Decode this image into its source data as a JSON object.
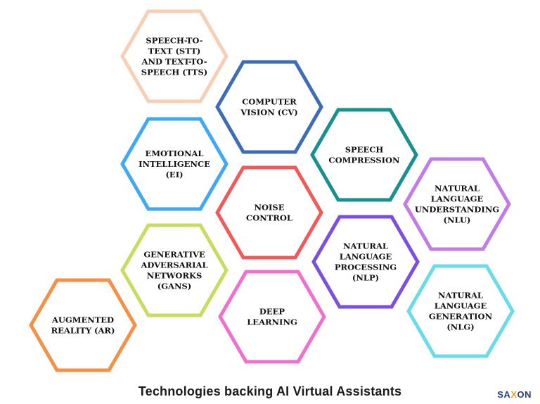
{
  "diagram": {
    "caption": "Technologies backing AI Virtual Assistants",
    "brand": {
      "pre": "SA",
      "accent": "X",
      "post": "ON"
    },
    "nodes": [
      {
        "id": "stt-tts",
        "color": "#f7cfb5",
        "lines": [
          "SPEECH-TO-",
          "TEXT (STT)",
          "AND TEXT-TO-",
          "SPEECH (TTS)"
        ]
      },
      {
        "id": "computer-vision",
        "color": "#3e6db8",
        "lines": [
          "COMPUTER",
          "VISION (CV)"
        ]
      },
      {
        "id": "speech-compression",
        "color": "#16918f",
        "lines": [
          "SPEECH",
          "COMPRESSION"
        ]
      },
      {
        "id": "emotional-intelligence",
        "color": "#3fa9f5",
        "lines": [
          "EMOTIONAL",
          "INTELLIGENCE",
          "(EI)"
        ]
      },
      {
        "id": "noise-control",
        "color": "#f25a5a",
        "lines": [
          "NOISE",
          "CONTROL"
        ]
      },
      {
        "id": "nlu",
        "color": "#c17ce8",
        "lines": [
          "NATURAL",
          "LANGUAGE",
          "UNDERSTANDING",
          "(NLU)"
        ]
      },
      {
        "id": "gans",
        "color": "#c8dc5e",
        "lines": [
          "GENERATIVE",
          "ADVERSARIAL",
          "NETWORKS",
          "(GANS)"
        ]
      },
      {
        "id": "nlp",
        "color": "#7b4fe0",
        "lines": [
          "NATURAL",
          "LANGUAGE",
          "PROCESSING",
          "(NLP)"
        ]
      },
      {
        "id": "augmented-reality",
        "color": "#f59045",
        "lines": [
          "AUGMENTED",
          "REALITY (AR)"
        ]
      },
      {
        "id": "deep-learning",
        "color": "#f06fcf",
        "lines": [
          "DEEP",
          "LEARNING"
        ]
      },
      {
        "id": "nlg",
        "color": "#69dcea",
        "lines": [
          "NATURAL",
          "LANGUAGE",
          "GENERATION",
          "(NLG)"
        ]
      }
    ]
  }
}
